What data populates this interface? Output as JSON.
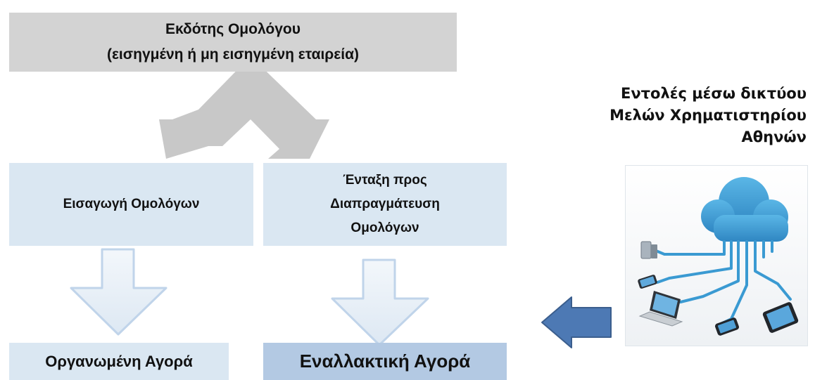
{
  "issuer": {
    "line1": "Εκδότης Ομολόγου",
    "line2": "(εισηγμένη ή μη εισηγμένη εταιρεία)"
  },
  "left_branch": {
    "title": "Εισαγωγή Ομολόγων",
    "market": "Οργανωμένη Αγορά"
  },
  "right_branch": {
    "title_line1": "Ένταξη προς",
    "title_line2": "Διαπραγμάτευση",
    "title_line3": "Ομολόγων",
    "market": "Εναλλακτική Αγορά"
  },
  "network_orders": {
    "line1": "Εντολές μέσω δικτύου",
    "line2": "Μελών Χρηματιστηρίου",
    "line3": "Αθηνών"
  },
  "cloud_illustration": {
    "icon": "cloud-network-icon",
    "devices": [
      "server-icon",
      "smartphone-icon",
      "laptop-icon",
      "smartphone-icon",
      "tablet-icon"
    ]
  },
  "colors": {
    "issuer_fill": "#d3d3d3",
    "branch_fill": "#dae7f2",
    "alternative_market_fill": "#b3c9e3",
    "big_arrow_fill": "#c8c8c8",
    "hollow_arrow_stroke": "#c0d4ea",
    "blue_arrow_fill": "#4d79b4",
    "cloud_fill": "#3e9bd2"
  }
}
